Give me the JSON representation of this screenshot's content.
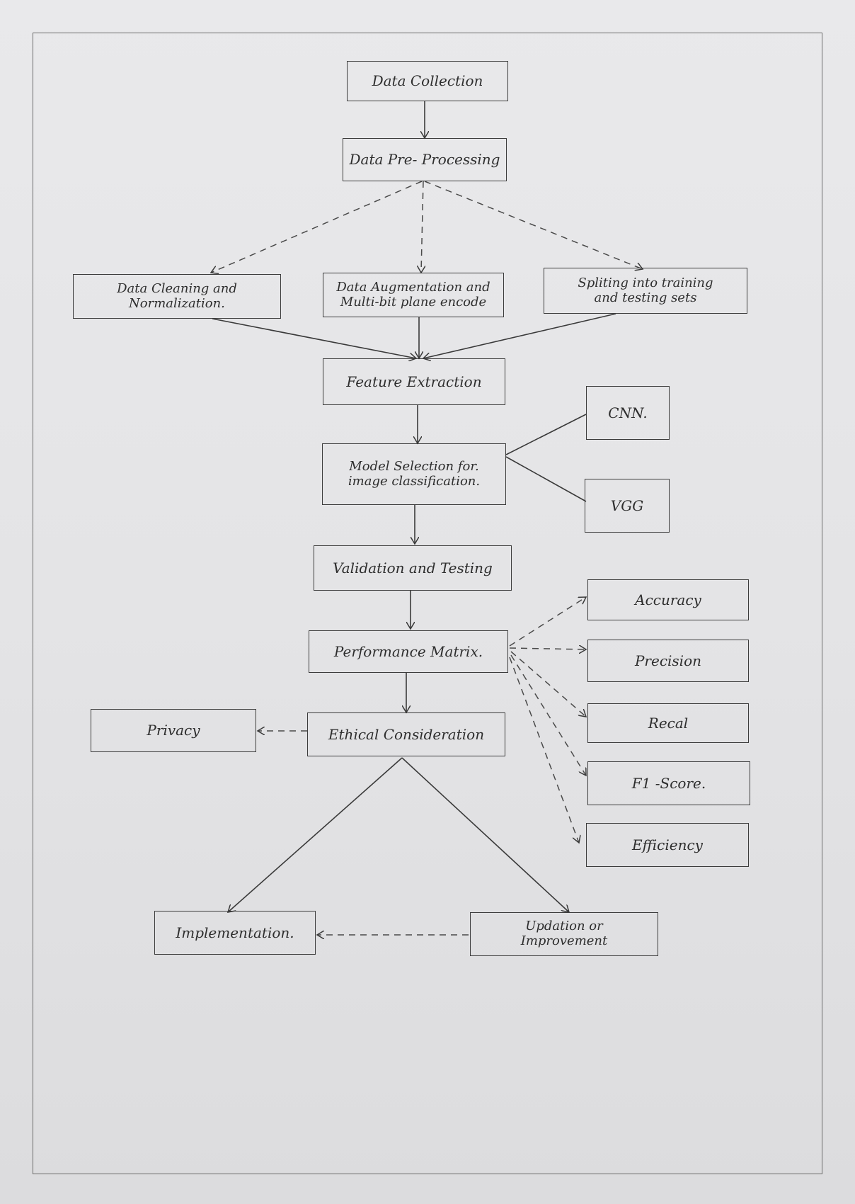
{
  "nodes": {
    "data_collection": "Data Collection",
    "data_preprocessing": "Data Pre- Processing",
    "data_cleaning": "Data Cleaning and\nNormalization.",
    "data_augmentation": "Data Augmentation and\nMulti-bit plane encode",
    "splitting": "Spliting into training\nand testing sets",
    "feature_extraction": "Feature Extraction",
    "model_selection": "Model Selection for.\nimage classification.",
    "cnn": "CNN.",
    "vgg": "VGG",
    "validation_testing": "Validation and Testing",
    "performance_matrix": "Performance Matrix.",
    "accuracy": "Accuracy",
    "precision": "Precision",
    "recall": "Recal",
    "f1_score": "F1 -Score.",
    "efficiency": "Efficiency",
    "ethical_consideration": "Ethical Consideration",
    "privacy": "Privacy",
    "implementation": "Implementation.",
    "updation": "Updation or\nImprovement"
  },
  "edge_styles": {
    "solid": "#3a3a3a",
    "dashed": "#4a4a4a"
  }
}
